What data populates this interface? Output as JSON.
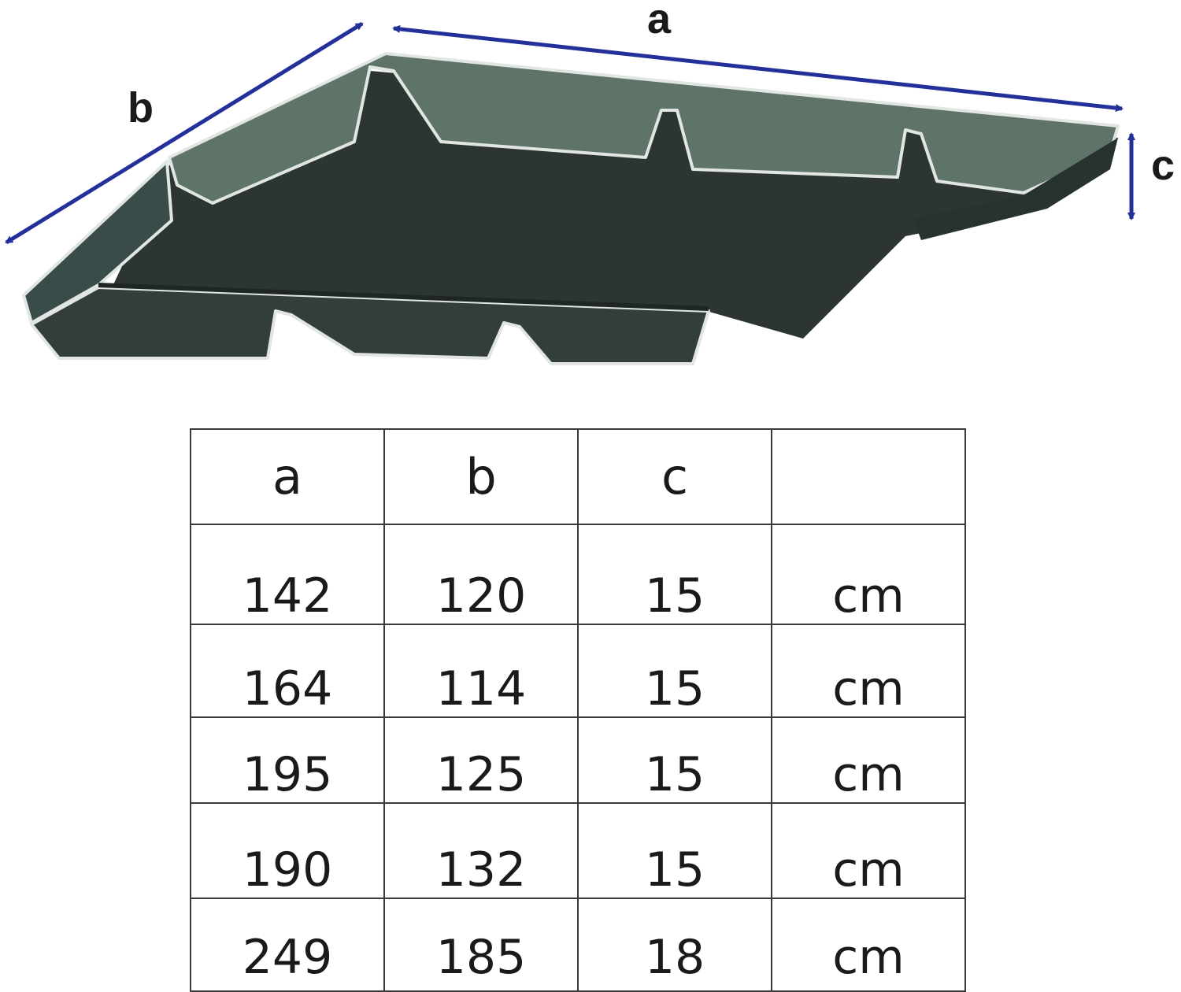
{
  "diagram": {
    "labels": {
      "a": "a",
      "b": "b",
      "c": "c"
    },
    "colors": {
      "arrow": "#23309a",
      "canopy_top": "#5f7469",
      "canopy_left_flap": "#3a4c49",
      "canopy_inner": "#2c3531",
      "canopy_front": "#333e38",
      "piping": "#e2e6e3"
    }
  },
  "table": {
    "headers": [
      "a",
      "b",
      "c",
      ""
    ],
    "rows": [
      [
        "142",
        "120",
        "15",
        "cm"
      ],
      [
        "164",
        "114",
        "15",
        "cm"
      ],
      [
        "195",
        "125",
        "15",
        "cm"
      ],
      [
        "190",
        "132",
        "15",
        "cm"
      ],
      [
        "249",
        "185",
        "18",
        "cm"
      ]
    ]
  }
}
